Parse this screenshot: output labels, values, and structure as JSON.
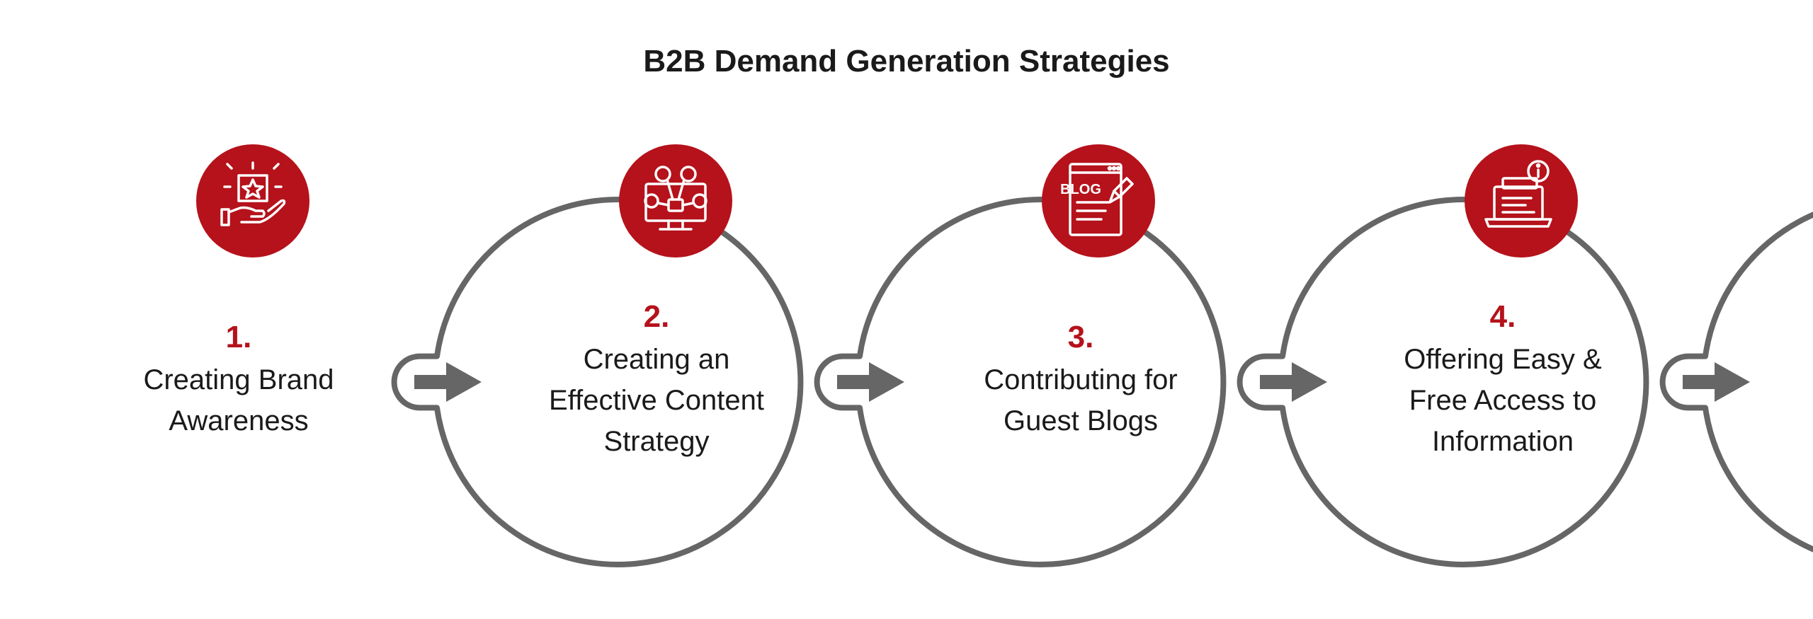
{
  "title": "B2B Demand Generation Strategies",
  "colors": {
    "accent": "#b5121b",
    "ring": "#666666",
    "text": "#1a1a1a"
  },
  "steps": [
    {
      "number": "1.",
      "label": "Creating Brand\nAwareness",
      "icon": "hand-star-badge-icon"
    },
    {
      "number": "2.",
      "label": "Creating an\nEffective Content\nStrategy",
      "icon": "monitor-content-network-icon"
    },
    {
      "number": "3.",
      "label": "Contributing for\nGuest Blogs",
      "icon": "blog-pencil-icon"
    },
    {
      "number": "4.",
      "label": "Offering Easy &\nFree Access to\nInformation",
      "icon": "laptop-info-icon"
    }
  ]
}
